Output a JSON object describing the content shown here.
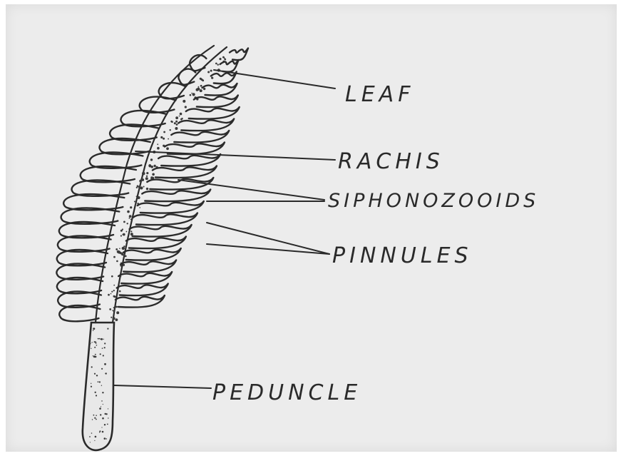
{
  "diagram": {
    "labels": {
      "leaf": "LEAF",
      "rachis": "RACHIS",
      "siphonozooids": "SIPHONOZOOIDS",
      "pinnules": "PINNULES",
      "peduncle": "PEDUNCLE"
    },
    "colors": {
      "paper": "#ececec",
      "ink": "#2a2a2a"
    }
  }
}
